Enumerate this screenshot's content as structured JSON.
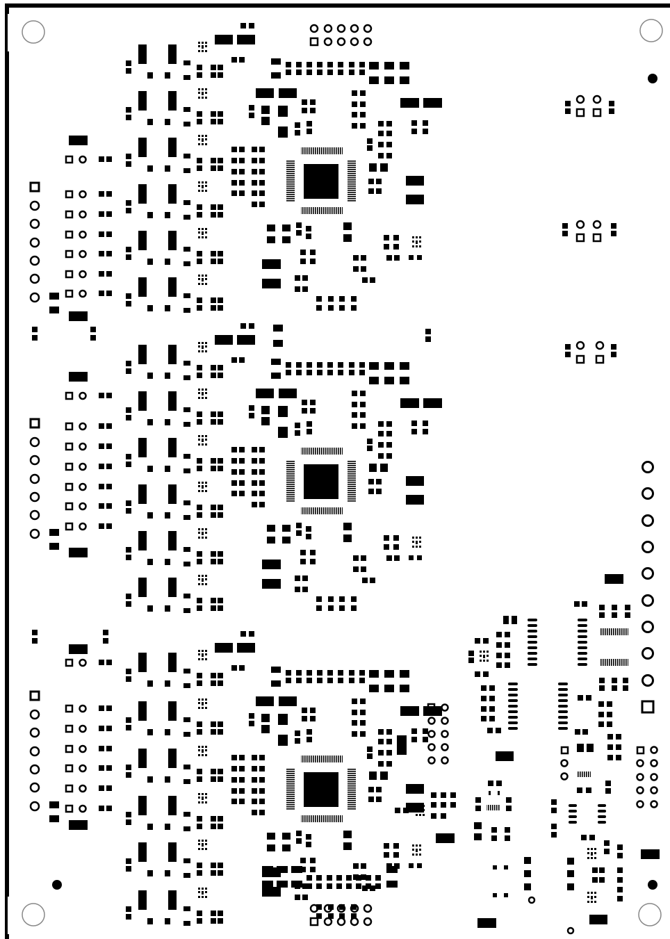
{
  "board": {
    "view": "pcb-solder-paste-stencil-layer",
    "colors": {
      "paste": "#000000",
      "background": "#ffffff",
      "outline": "#000000"
    },
    "channel_count": 3,
    "qfp_packages": 3,
    "mounting_holes": 4,
    "fiducials": 3,
    "headers": [
      "top-2x5-header",
      "bottom-2x5-header",
      "left-7pin-connector-1",
      "left-7pin-connector-2",
      "left-7pin-connector-3",
      "right-10pin-connector",
      "dual-3x2-header-middle",
      "right-2x5-header"
    ]
  }
}
